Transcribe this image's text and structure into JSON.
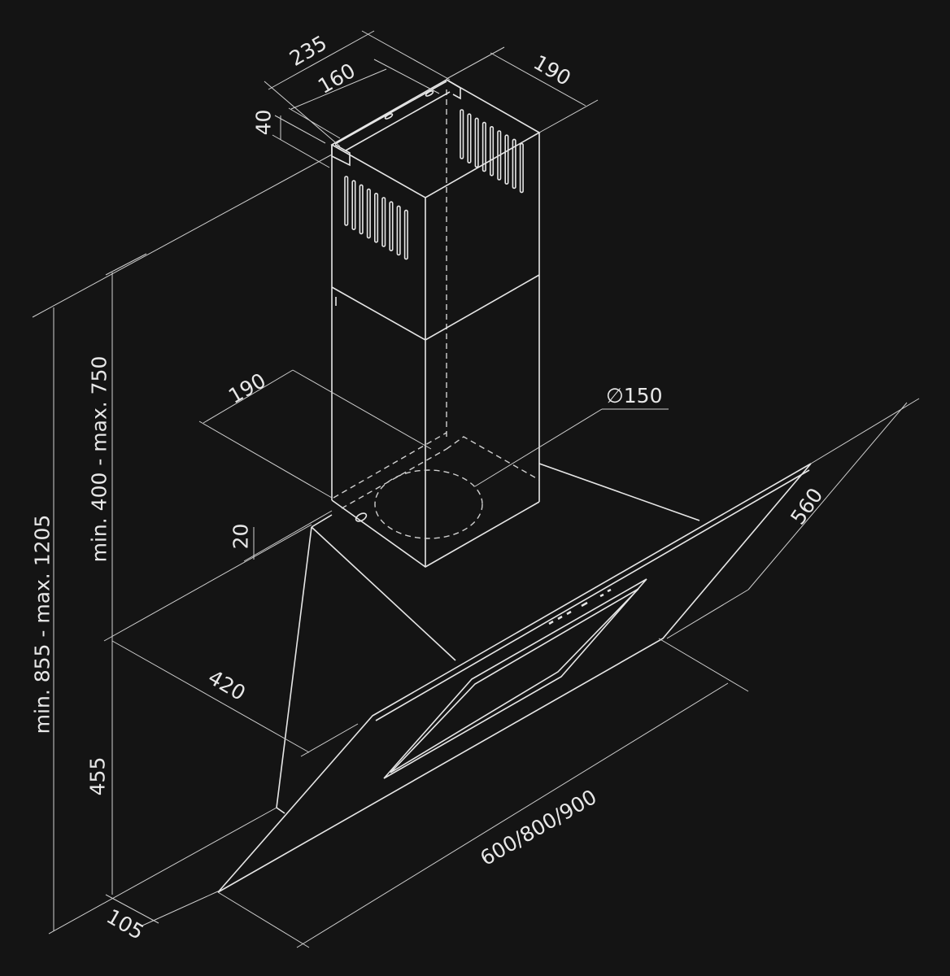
{
  "dimensions": {
    "top_depth": "235",
    "top_inner": "160",
    "top_width": "190",
    "bracket_height": "40",
    "chimney_width": "190",
    "duct_diameter": "∅150",
    "base_offset": "20",
    "glass_depth": "560",
    "hood_depth": "420",
    "hood_width": "600/800/900",
    "hood_height": "455",
    "wall_offset": "105",
    "chimney_range": "min. 400 - max. 750",
    "total_range": "min. 855 - max. 1205"
  },
  "colors": {
    "background": "#141414",
    "line": "#e6e6e6"
  }
}
